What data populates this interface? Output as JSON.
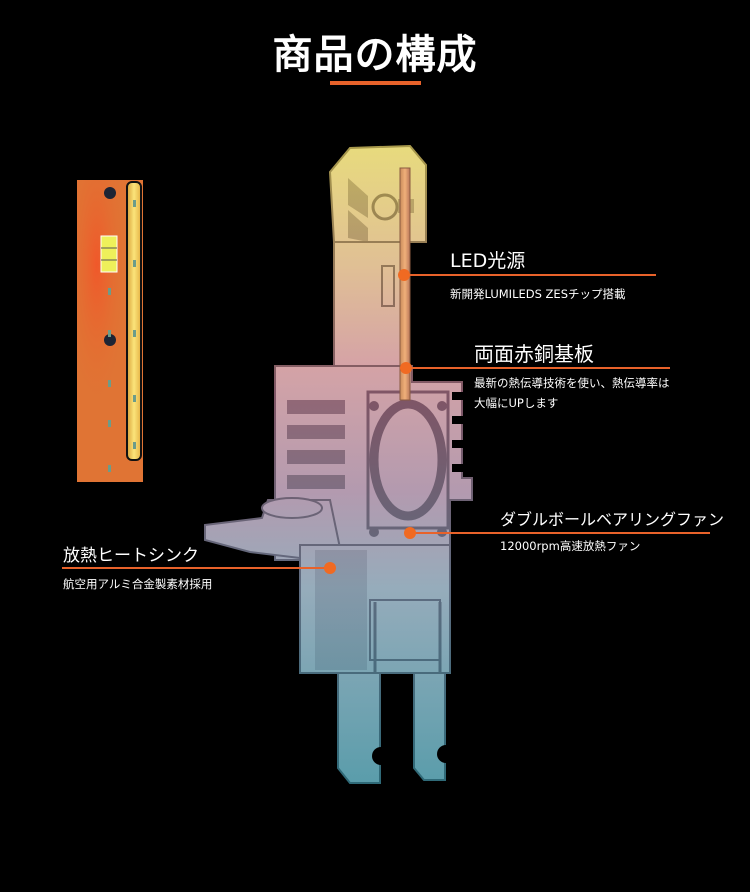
{
  "page": {
    "title": "商品の構成",
    "accent_color": "#e8622a",
    "background_color": "#000000"
  },
  "illustrations": {
    "pcb_board": {
      "name": "led-pcb-board",
      "colors": {
        "board": "#e27434",
        "strip": "#f3cf55",
        "chip": "#eef05a"
      }
    },
    "bulb": {
      "name": "led-headlight-bulb-cutaway",
      "gradient": [
        "#e7d77a",
        "#d6a2a8",
        "#b99bae",
        "#8eb2c0",
        "#5f9fae"
      ]
    }
  },
  "callouts": [
    {
      "id": "led",
      "title": "LED光源",
      "description": [
        "新開発LUMILEDS ZESチップ搭載"
      ]
    },
    {
      "id": "copper",
      "title": "両面赤銅基板",
      "description": [
        "最新の熱伝導技術を使い、熱伝導率は",
        "大幅にUPします"
      ]
    },
    {
      "id": "fan",
      "title": "ダブルボールベアリングファン",
      "description": [
        "12000rpm高速放熱ファン"
      ]
    },
    {
      "id": "heatsink",
      "title": "放熱ヒートシンク",
      "description": [
        "航空用アルミ合金製素材採用"
      ]
    }
  ]
}
